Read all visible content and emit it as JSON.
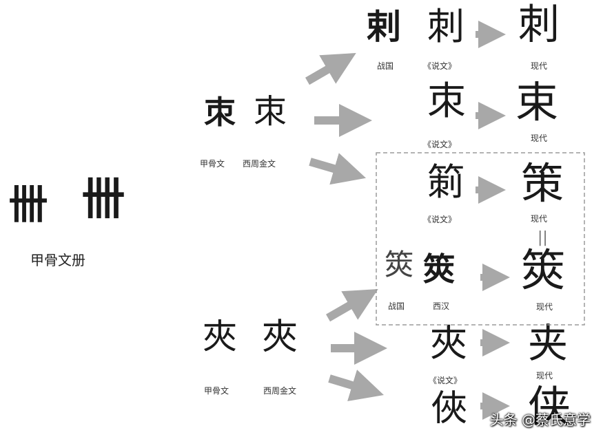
{
  "ce": {
    "label": "甲骨文册",
    "glyphs": [
      "𠕁",
      "册"
    ]
  },
  "shu": {
    "jiaguwen_label": "甲骨文",
    "xizhou_label": "西周金文",
    "ci": {
      "zhanguo_label": "战国",
      "shuowen_label": "《说文》",
      "modern_char": "刺",
      "modern_label": "现代"
    },
    "shu": {
      "shuowen_label": "《说文》",
      "modern_char": "束",
      "modern_label": "现代"
    },
    "ce2": {
      "shuowen_label": "《说文》",
      "modern_char": "策",
      "modern_label": "现代"
    }
  },
  "jia": {
    "jiaguwen_label": "甲骨文",
    "xizhou_label": "西周金文",
    "jia_ce": {
      "zhanguo_label": "战国",
      "xihan_char": "筴",
      "xihan_label": "西汉",
      "modern_char": "筴",
      "modern_label": "现代"
    },
    "jia": {
      "shuowen_label": "《说文》",
      "modern_char": "夹",
      "modern_label": "现代"
    },
    "xia": {
      "modern_char": "侠"
    }
  },
  "equals_sign": "||",
  "watermark": "头条 @蔡氏意学",
  "colors": {
    "arrow": "#a8a8a8",
    "dashed_box": "#9a9a9a"
  }
}
